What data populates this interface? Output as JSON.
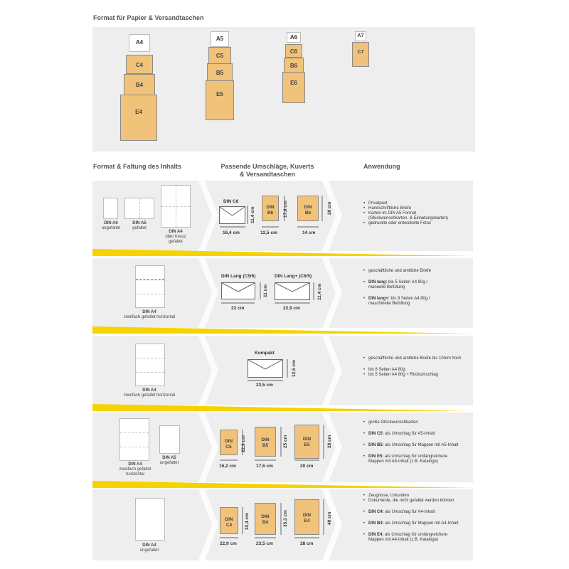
{
  "top": {
    "title": "Format für Papier & Versandtaschen",
    "col1": [
      "A4",
      "C4",
      "B4",
      "E4"
    ],
    "col2": [
      "A5",
      "C5",
      "B5",
      "E5"
    ],
    "col3": [
      "A6",
      "C6",
      "B6",
      "E6"
    ],
    "col4": [
      "A7",
      "C7"
    ]
  },
  "headers": {
    "format": "Format & Faltung des Inhalts",
    "envelopes": "Passende Umschläge, Kuverts\n& Versandtaschen",
    "usage": "Anwendung"
  },
  "row1": {
    "papers": [
      {
        "name": "DIN A6",
        "sub": "ungefaltet"
      },
      {
        "name": "DIN A5",
        "sub": "gefaltet"
      },
      {
        "name": "DIN A4",
        "sub": "über Kreuz\ngefaltet"
      }
    ],
    "env_c6_label": "DIN C6",
    "env_c6_w": "16,4 cm",
    "env_c6_h": "11,4 cm",
    "env_b6_label": "DIN\nB6",
    "env_b6_w": "12,5 cm",
    "env_b6_h": "17,6 cm",
    "env_b6b_label": "DIN\nB6",
    "env_b6b_w": "14 cm",
    "env_b6b_h": "20 cm",
    "usage": [
      "Privatpost",
      "Handschriftliche Briefe",
      "Karten im DIN A5 Format\n(Glückwunschkarten- & Einladungskarten)",
      "gedruckte oder entwickelte Fotos"
    ]
  },
  "row2": {
    "paper": {
      "name": "DIN A4",
      "sub": "zweifach gefaltet horizontal"
    },
    "env1_label": "DIN Lang (C5/6)",
    "env1_w": "22 cm",
    "env1_h": "11 cm",
    "env2_label": "DIN Lang+ (C6/5)",
    "env2_w": "22,9 cm",
    "env2_h": "11,4 cm",
    "usage": [
      {
        "b": "",
        "t": "geschäftliche und amtliche Briefe"
      },
      {
        "b": "DIN lang:",
        "t": " bis 5 Seiten A4 80g /\nmanuelle Befüllung"
      },
      {
        "b": "DIN lang+:",
        "t": " bis 9 Seiten A4 80g /\nmaschinelle Befüllung"
      }
    ]
  },
  "row3": {
    "paper": {
      "name": "DIN A4",
      "sub": "zweifach gefaltet horizontal"
    },
    "env_label": "Kompakt",
    "env_w": "23,5 cm",
    "env_h": "12,5 cm",
    "usage": [
      "geschäftliche und amtliche Briefe bis 10mm hoch",
      "bis 8 Seiten A4 80g",
      "bis 5 Seiten A4 80g + Rückumschlag"
    ]
  },
  "row4": {
    "papers": [
      {
        "name": "DIN A4",
        "sub": "zweifach gefaltet\nhorizontal"
      },
      {
        "name": "DIN A5",
        "sub": "ungefaltet"
      }
    ],
    "envs": [
      {
        "label": "DIN\nC5",
        "w": "16,2 cm",
        "h": "22,9 cm"
      },
      {
        "label": "DIN\nB5",
        "w": "17,6 cm",
        "h": "25 cm"
      },
      {
        "label": "DIN\nE5",
        "w": "20 cm",
        "h": "28 cm"
      }
    ],
    "usage": [
      {
        "b": "",
        "t": "große Glückwunschkarten"
      },
      {
        "b": "DIN C5:",
        "t": " als Umschlag für A5-Inhalt"
      },
      {
        "b": "DIN B5:",
        "t": " als Umschlag für Mappen mit A5-Inhalt"
      },
      {
        "b": "DIN E5:",
        "t": " als Umschlag für umfangreichere\nMappen mit A5-Inhalt (z.B. Kataloge)"
      }
    ]
  },
  "row5": {
    "paper": {
      "name": "DIN A4",
      "sub": "ungefaltet"
    },
    "envs": [
      {
        "label": "DIN\nC4",
        "w": "22,9 cm",
        "h": "32,4 cm"
      },
      {
        "label": "DIN\nB4",
        "w": "23,5 cm",
        "h": "35,3 cm"
      },
      {
        "label": "DIN\nE4",
        "w": "28 cm",
        "h": "40 cm"
      }
    ],
    "usage": [
      {
        "b": "",
        "t": "Zeugnisse, Urkunden"
      },
      {
        "b": "",
        "t": "Dokumente, die nicht gefaltet werden können"
      },
      {
        "b": "DIN C4:",
        "t": " als Umschlag für A4-Inhalt"
      },
      {
        "b": "DIN B4:",
        "t": " als Umschlag für Mappen mit A4-Inhalt"
      },
      {
        "b": "DIN E4:",
        "t": " als Umschlag für umfangreichere\nMappen mit A4-Inhalt (z.B. Kataloge)"
      }
    ]
  }
}
